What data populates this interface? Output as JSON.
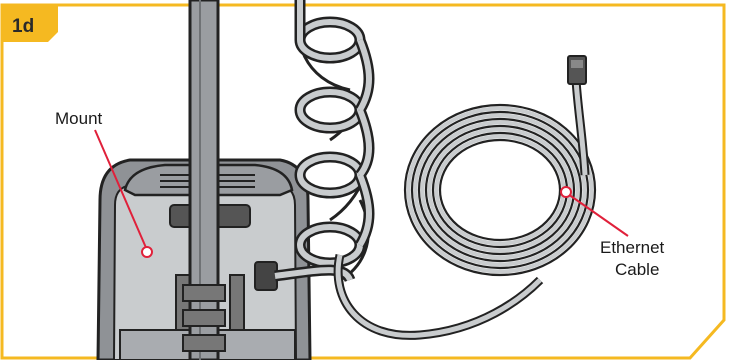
{
  "step": {
    "label": "1d"
  },
  "callouts": {
    "mount": {
      "label": "Mount"
    },
    "ethernet": {
      "line1": "Ethernet",
      "line2": "Cable"
    }
  },
  "colors": {
    "frame": "#f5b921",
    "callout": "#e0203a",
    "device": "#8f9296",
    "device_light": "#c9ccce",
    "outline": "#222222"
  },
  "icons": {
    "mount": "router-mount-illustration",
    "cable": "coiled-ethernet-cable-illustration",
    "mast": "mast-pole-illustration"
  }
}
